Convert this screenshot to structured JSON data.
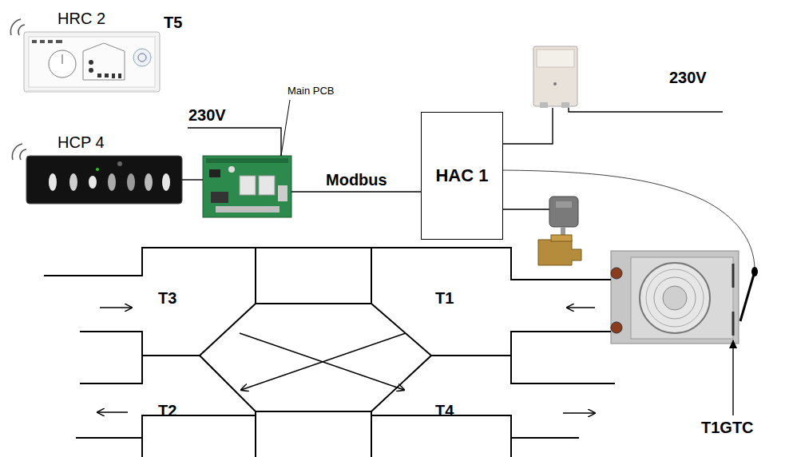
{
  "diagram": {
    "nodes": [
      {
        "text": [
          "HRC 2"
        ]
      },
      {
        "text": [
          "HCP 4"
        ]
      },
      {
        "text": [
          "Main PCB"
        ]
      },
      {
        "text": [
          "HAC 1"
        ]
      }
    ],
    "edges": [
      {
        "from": 1,
        "to": 2,
        "arrow": "none"
      },
      {
        "from": 2,
        "to": 3,
        "label": "Modbus",
        "arrow": "none"
      }
    ],
    "labels": [
      "T5",
      "230V",
      "230V",
      "T1",
      "T3",
      "T2",
      "T4",
      "T1GTC"
    ]
  }
}
